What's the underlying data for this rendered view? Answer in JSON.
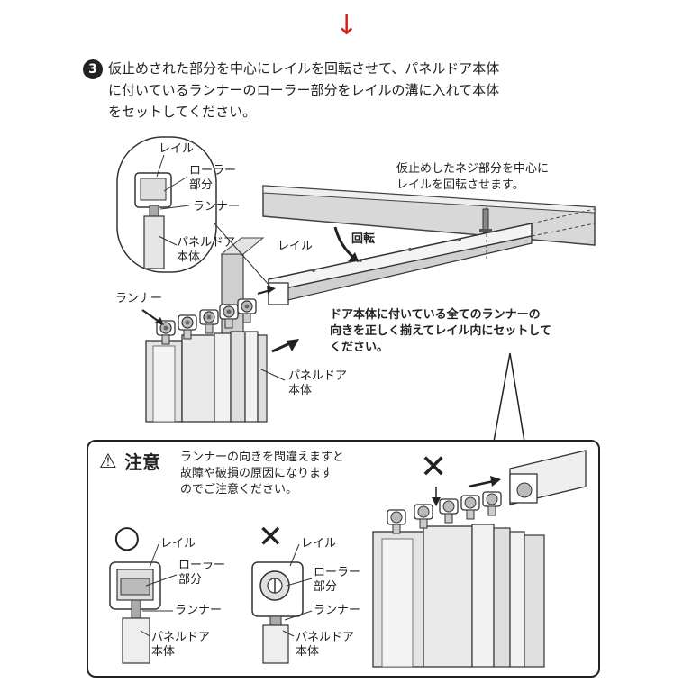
{
  "arrow_glyph": "↓",
  "step": {
    "number": "3",
    "lines": [
      "仮止めされた部分を中心にレイルを回転させて、パネルドア本体",
      "に付いているランナーのローラー部分をレイルの溝に入れて本体",
      "をセットしてください。"
    ]
  },
  "top_figure": {
    "inset": {
      "rail": "レイル",
      "roller_1": "ローラー",
      "roller_2": "部分",
      "runner": "ランナー",
      "door_1": "パネルドア",
      "door_2": "本体"
    },
    "screw_note_1": "仮止めしたネジ部分を中心に",
    "screw_note_2": "レイルを回転させます。",
    "rail": "レイル",
    "rotate": "回転",
    "runner": "ランナー",
    "instruction_1": "ドア本体に付いている全てのランナーの",
    "instruction_2": "向きを正しく揃えてレイル内にセットして",
    "instruction_3": "ください。",
    "door_1": "パネルドア",
    "door_2": "本体"
  },
  "caution": {
    "icon": "⚠",
    "title": "注意",
    "lines": [
      "ランナーの向きを間違えますと",
      "故障や破損の原因になります",
      "のでご注意ください。"
    ],
    "good": {
      "mark": "○",
      "rail": "レイル",
      "roller_1": "ローラー",
      "roller_2": "部分",
      "runner": "ランナー",
      "door_1": "パネルドア",
      "door_2": "本体"
    },
    "bad": {
      "mark": "✕",
      "rail": "レイル",
      "roller_1": "ローラー",
      "roller_2": "部分",
      "runner": "ランナー",
      "door_1": "パネルドア",
      "door_2": "本体"
    },
    "bad_mark_3d": "✕"
  }
}
